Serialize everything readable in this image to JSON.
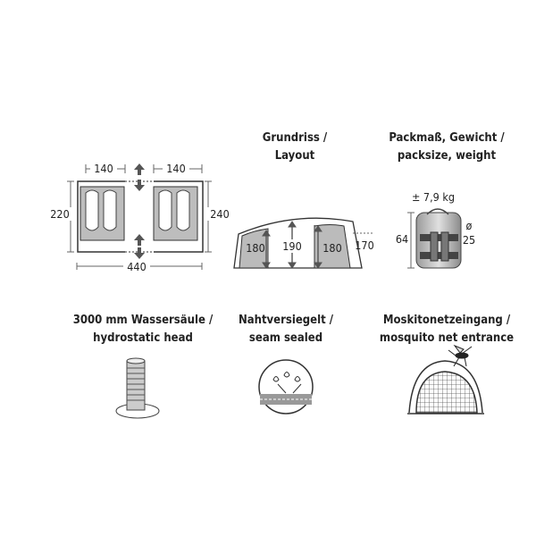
{
  "layout_block": {
    "caption_line1": "Grundriss /",
    "caption_line2": "Layout",
    "width_left": "140",
    "width_right": "140",
    "depth_left": "220",
    "depth_right": "240",
    "total_length": "440"
  },
  "height_block": {
    "left_height": "180",
    "center_height": "190",
    "right_height": "180",
    "end_height": "170"
  },
  "pack_block": {
    "caption_line1": "Packmaß, Gewicht /",
    "caption_line2": "packsize, weight",
    "weight": "± 7,9 kg",
    "length": "64",
    "diameter_symbol": "ø",
    "diameter": "25"
  },
  "water_block": {
    "caption_line1": "3000 mm Wassersäule /",
    "caption_line2": "hydrostatic head"
  },
  "seam_block": {
    "caption_line1": "Nahtversiegelt /",
    "caption_line2": "seam sealed"
  },
  "mosquito_block": {
    "caption_line1": "Moskitonetzeingang /",
    "caption_line2": "mosquito net entrance"
  }
}
